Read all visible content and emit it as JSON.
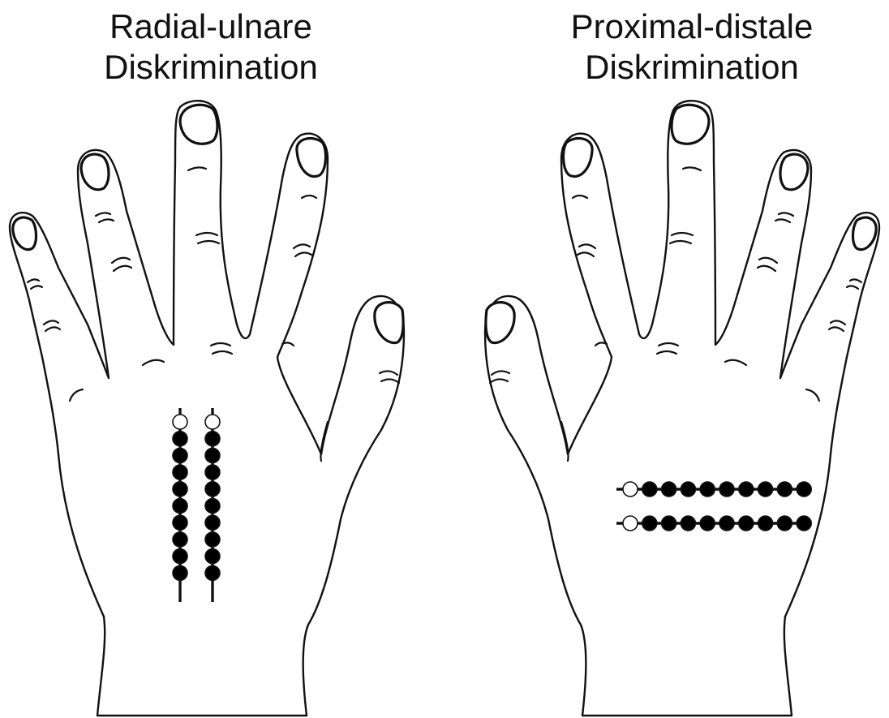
{
  "panels": {
    "left": {
      "title_line1": "Radial-ulnare",
      "title_line2": "Diskrimination"
    },
    "right": {
      "title_line1": "Proximal-distale",
      "title_line2": "Diskrimination"
    }
  },
  "stimulus_arrays": {
    "left": {
      "orientation": "vertical",
      "rows": 2,
      "points_per_row": 10,
      "reference_point": "top",
      "reference_fill": "#ffffff",
      "test_fill": "#000000"
    },
    "right": {
      "orientation": "horizontal",
      "rows": 2,
      "points_per_row": 10,
      "reference_point": "left",
      "reference_fill": "#ffffff",
      "test_fill": "#000000"
    }
  }
}
